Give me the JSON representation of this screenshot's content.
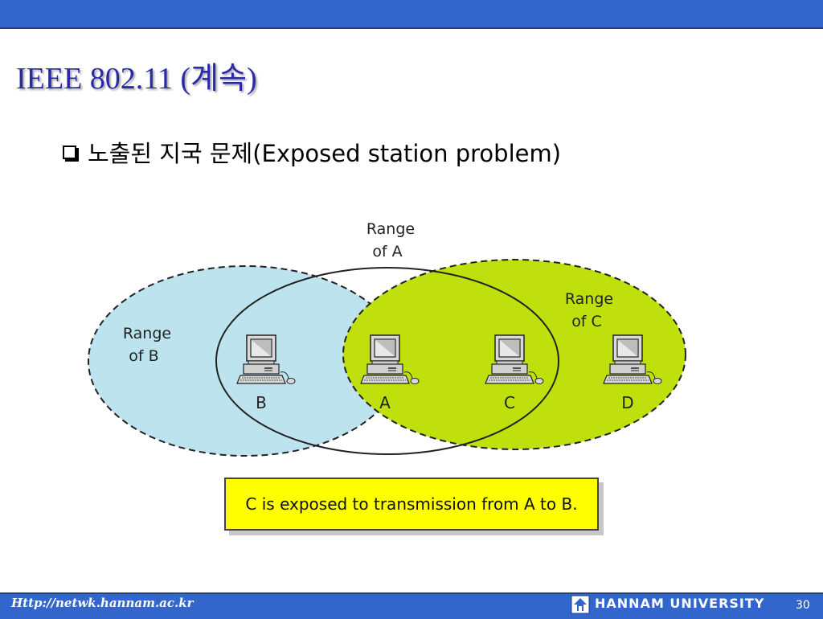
{
  "slide": {
    "title": "IEEE 802.11 (계속)",
    "bullet": "노출된 지국 문제(Exposed station problem)"
  },
  "diagram": {
    "range_a_label": [
      "Range",
      "of A"
    ],
    "range_b_label": [
      "Range",
      "of B"
    ],
    "range_c_label": [
      "Range",
      "of C"
    ],
    "stations": [
      "B",
      "A",
      "C",
      "D"
    ],
    "caption": "C is exposed to transmission from A to B.",
    "colors": {
      "range_b_fill": "#bde4ee",
      "range_c_fill": "#bfe00c",
      "caption_fill": "#ffff00"
    }
  },
  "footer": {
    "url": "Http://netwk.hannam.ac.kr",
    "university": "HANNAM  UNIVERSITY",
    "page": "30",
    "logo_icon": "hannam-logo-icon"
  },
  "theme": {
    "bar_color": "#3366cc",
    "title_color": "#2a2aa8"
  }
}
